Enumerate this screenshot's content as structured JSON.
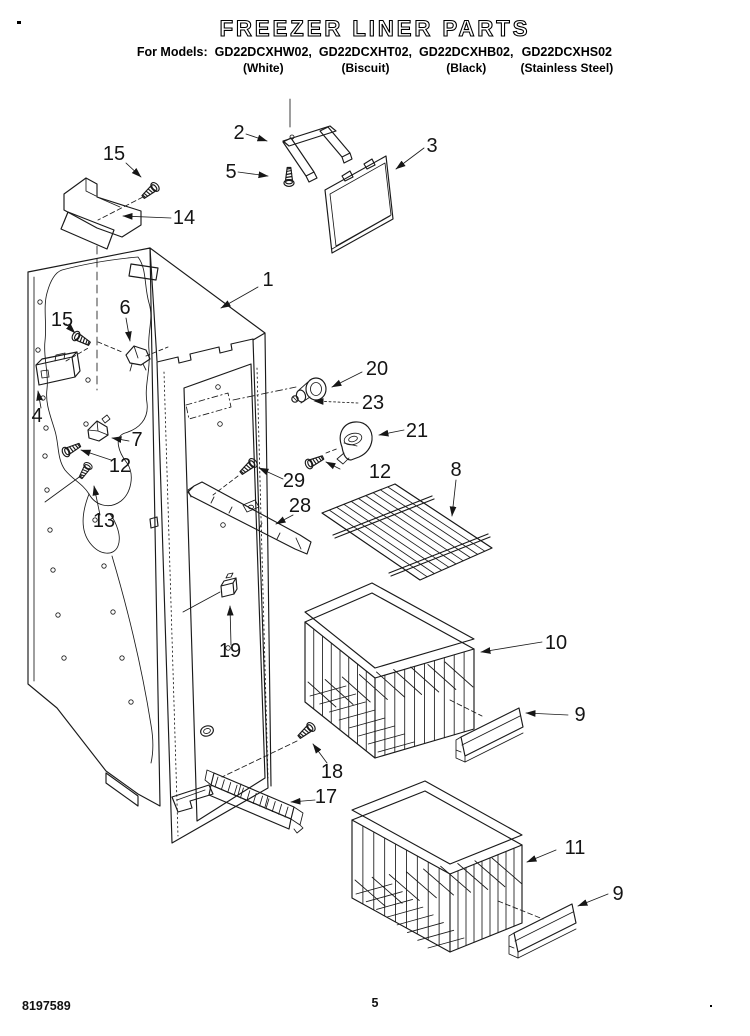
{
  "header": {
    "title": "FREEZER LINER PARTS",
    "models_prefix": "For Models:",
    "models": [
      {
        "number": "GD22DCXHW02,",
        "color": "(White)"
      },
      {
        "number": "GD22DCXHT02,",
        "color": "(Biscuit)"
      },
      {
        "number": "GD22DCXHB02,",
        "color": "(Black)"
      },
      {
        "number": "GD22DCXHS02",
        "color": "(Stainless Steel)"
      }
    ]
  },
  "diagram": {
    "callouts": [
      {
        "label": "15"
      },
      {
        "label": "14"
      },
      {
        "label": "2"
      },
      {
        "label": "5"
      },
      {
        "label": "3"
      },
      {
        "label": "1"
      },
      {
        "label": "15"
      },
      {
        "label": "6"
      },
      {
        "label": "4"
      },
      {
        "label": "7"
      },
      {
        "label": "12"
      },
      {
        "label": "13"
      },
      {
        "label": "20"
      },
      {
        "label": "23"
      },
      {
        "label": "21"
      },
      {
        "label": "12"
      },
      {
        "label": "29"
      },
      {
        "label": "28"
      },
      {
        "label": "8"
      },
      {
        "label": "19"
      },
      {
        "label": "10"
      },
      {
        "label": "9"
      },
      {
        "label": "18"
      },
      {
        "label": "17"
      },
      {
        "label": "11"
      },
      {
        "label": "9"
      }
    ]
  },
  "footer": {
    "doc_number": "8197589",
    "page_number": "5"
  }
}
